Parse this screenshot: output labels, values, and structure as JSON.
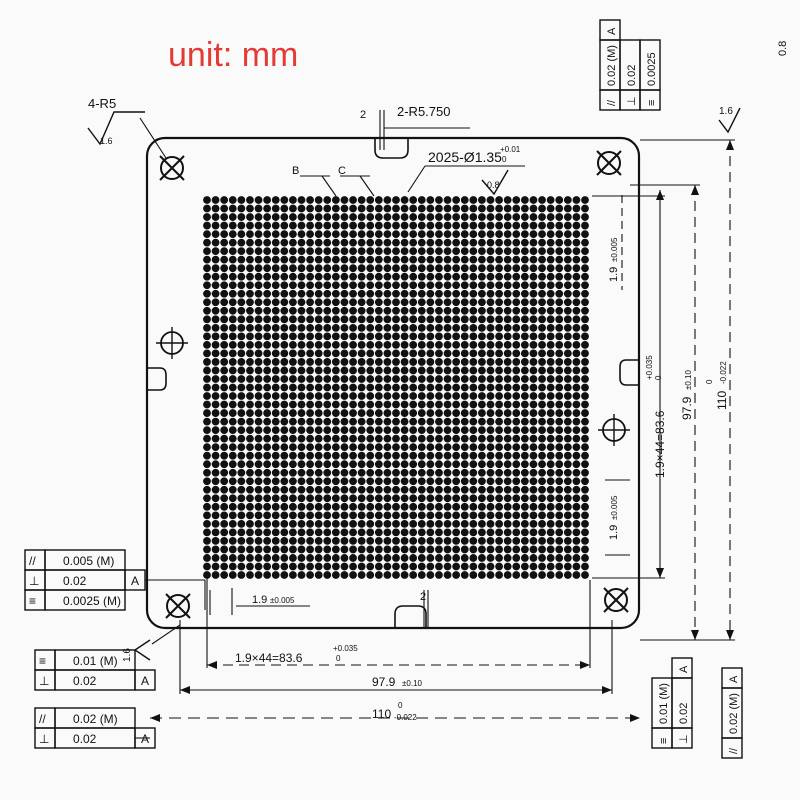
{
  "unit_label": "unit: mm",
  "colors": {
    "unit": "#e53935",
    "ink": "#111111",
    "paper": "#fafafa"
  },
  "callouts": {
    "corner_radius": "4-R5",
    "slot_radius": "2-R5.750",
    "holes": "2025-Ø1.35",
    "holes_tol": "+0.01",
    "holes_tol_low": "0",
    "mark_b": "B",
    "mark_c": "C",
    "rough_08": "0.8",
    "rough_16": "1.6",
    "slot_width": "2"
  },
  "dimensions": {
    "pitch": "1.9",
    "pitch_tol": "±0.005",
    "array": "1.9×44=83.6",
    "array_tol": "+0.035",
    "array_tol_low": "0",
    "outer_979": "97.9",
    "outer_979_tol": "±0.10",
    "outer_110": "110",
    "outer_110_tol_up": "0",
    "outer_110_tol": "-0.022"
  },
  "tolerances": {
    "left_top": [
      {
        "sym": "//",
        "val": "0.005",
        "mod": "M",
        "ref": ""
      },
      {
        "sym": "⊥",
        "val": "0.02",
        "mod": "",
        "ref": "A"
      },
      {
        "sym": "≡",
        "val": "0.0025",
        "mod": "M",
        "ref": ""
      }
    ],
    "left_mid": [
      {
        "sym": "≡",
        "val": "0.01",
        "mod": "M",
        "ref": ""
      },
      {
        "sym": "⊥",
        "val": "0.02",
        "mod": "",
        "ref": "A"
      }
    ],
    "left_bottom": [
      {
        "sym": "//",
        "val": "0.02",
        "mod": "M",
        "ref": ""
      },
      {
        "sym": "⊥",
        "val": "0.02",
        "mod": "",
        "ref": "A"
      }
    ],
    "top_right": [
      {
        "sym": "//",
        "val": "0.02",
        "mod": "M",
        "ref": "A"
      },
      {
        "sym": "⊥",
        "val": "0.02",
        "mod": "",
        "ref": ""
      },
      {
        "sym": "≡",
        "val": "0.0025",
        "mod": "",
        "ref": ""
      }
    ],
    "bottom_right_a": [
      {
        "sym": "≡",
        "val": "0.01",
        "mod": "M",
        "ref": ""
      },
      {
        "sym": "⊥",
        "val": "0.02",
        "mod": "",
        "ref": "A"
      }
    ],
    "bottom_right_b": [
      {
        "sym": "//",
        "val": "0.02",
        "mod": "M",
        "ref": "A"
      }
    ]
  },
  "grid": {
    "rows": 45,
    "cols": 45
  }
}
